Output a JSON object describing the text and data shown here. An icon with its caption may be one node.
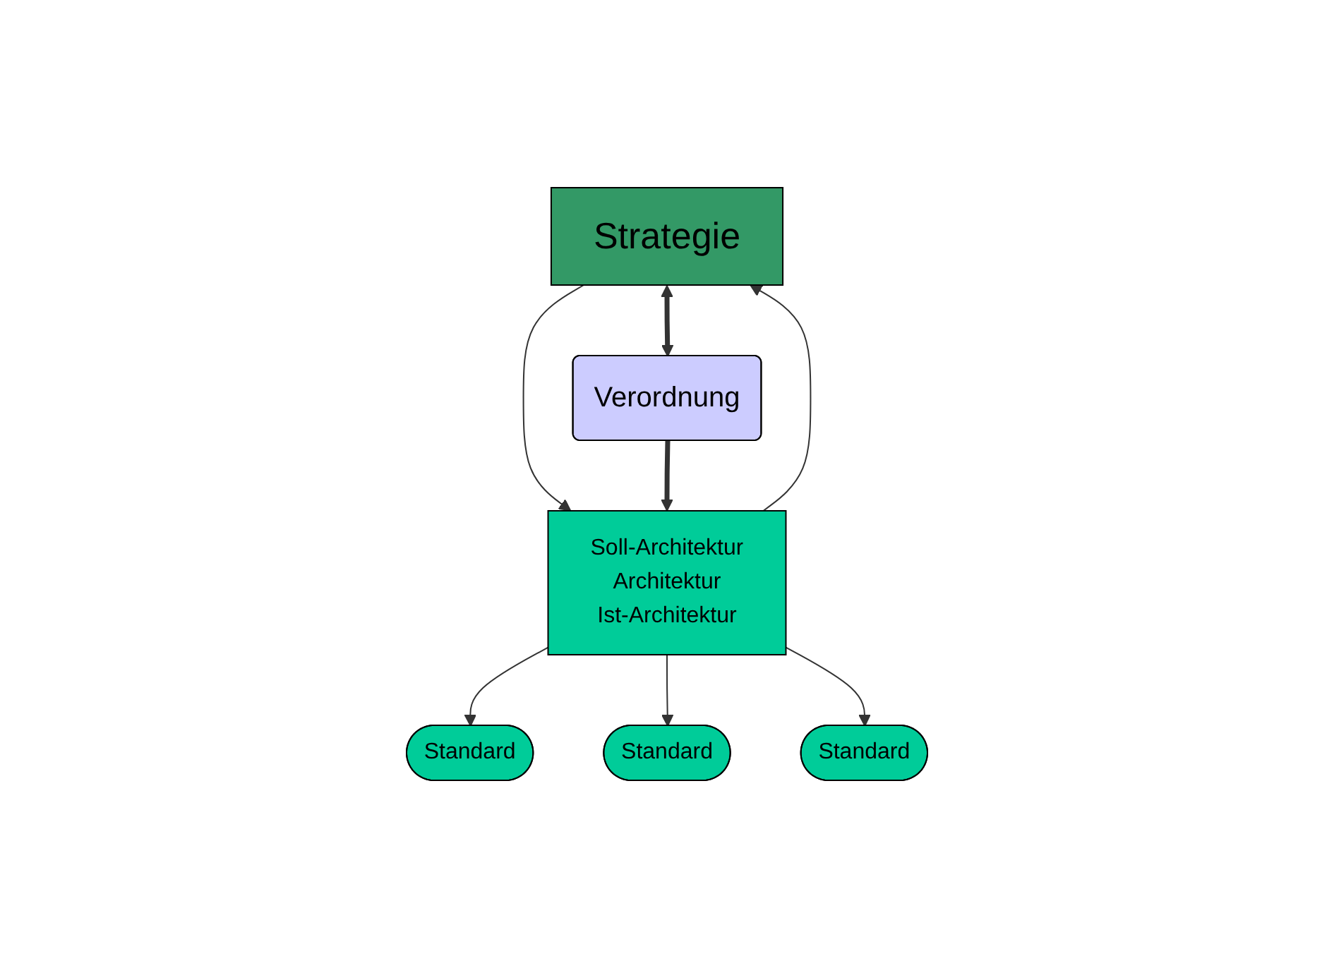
{
  "diagram": {
    "nodes": [
      {
        "text": [
          "Strategie"
        ]
      },
      {
        "text": [
          "Verordnung"
        ]
      },
      {
        "text": [
          "Soll-Architektur",
          "Architektur",
          "Ist-Architektur"
        ]
      },
      {
        "text": [
          "Standard"
        ]
      },
      {
        "text": [
          "Standard"
        ]
      },
      {
        "text": [
          "Standard"
        ]
      }
    ],
    "edges": [
      {
        "from": 0,
        "to": 1,
        "arrow": "both",
        "style": "thick"
      },
      {
        "from": 0,
        "to": 2,
        "arrow": "to"
      },
      {
        "from": 1,
        "to": 2,
        "arrow": "to",
        "style": "thick"
      },
      {
        "from": 2,
        "to": 0,
        "arrow": "to"
      },
      {
        "from": 2,
        "to": 3,
        "arrow": "to"
      },
      {
        "from": 2,
        "to": 4,
        "arrow": "to"
      },
      {
        "from": 2,
        "to": 5,
        "arrow": "to"
      }
    ]
  }
}
